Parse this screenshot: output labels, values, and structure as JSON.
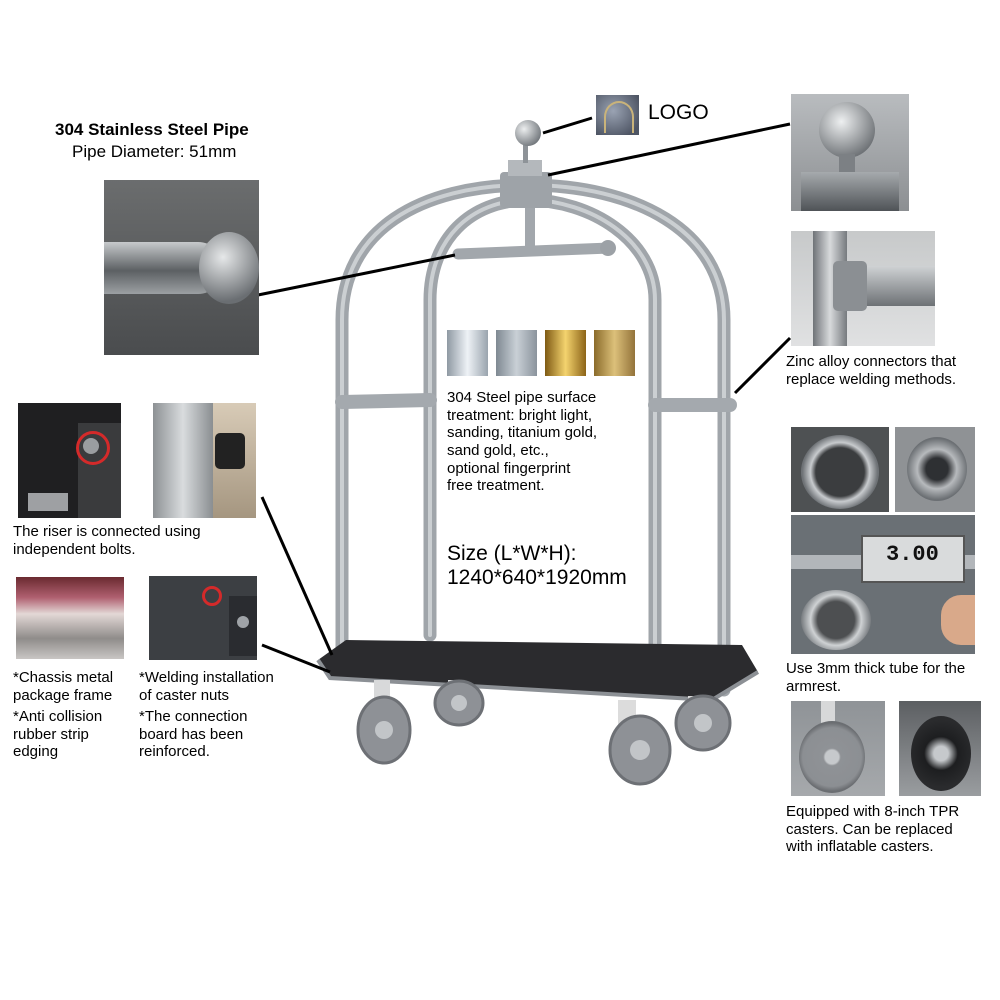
{
  "pipe": {
    "title": "304 Stainless Steel Pipe",
    "diameter": "Pipe Diameter: 51mm"
  },
  "logo_label": "LOGO",
  "riser_note": "The riser is connected using\nindependent bolts.",
  "chassis_note": "*Chassis metal\npackage frame",
  "rubber_note": "*Anti collision\nrubber strip\nedging",
  "welding_note": "*Welding installation\nof caster nuts",
  "board_note": "*The connection\nboard has been\nreinforced.",
  "surface_note": "304 Steel pipe surface\ntreatment: bright light,\nsanding, titanium gold,\nsand gold, etc.,\noptional fingerprint\nfree treatment.",
  "size": {
    "label": "Size (L*W*H):",
    "value": "1240*640*1920mm"
  },
  "zinc_note": "Zinc alloy connectors that\nreplace welding methods.",
  "tube_note": "Use 3mm thick tube for the\narmrest.",
  "caliper_reading": "3.00",
  "caster_note": "Equipped with 8-inch TPR\ncasters. Can be replaced\nwith inflatable casters.",
  "swatches": [
    {
      "name": "bright light",
      "color": "#c9d2da"
    },
    {
      "name": "sanding",
      "color": "#a9b2ba"
    },
    {
      "name": "titanium gold",
      "color": "#c8a24a"
    },
    {
      "name": "sand gold",
      "color": "#b89650"
    }
  ]
}
